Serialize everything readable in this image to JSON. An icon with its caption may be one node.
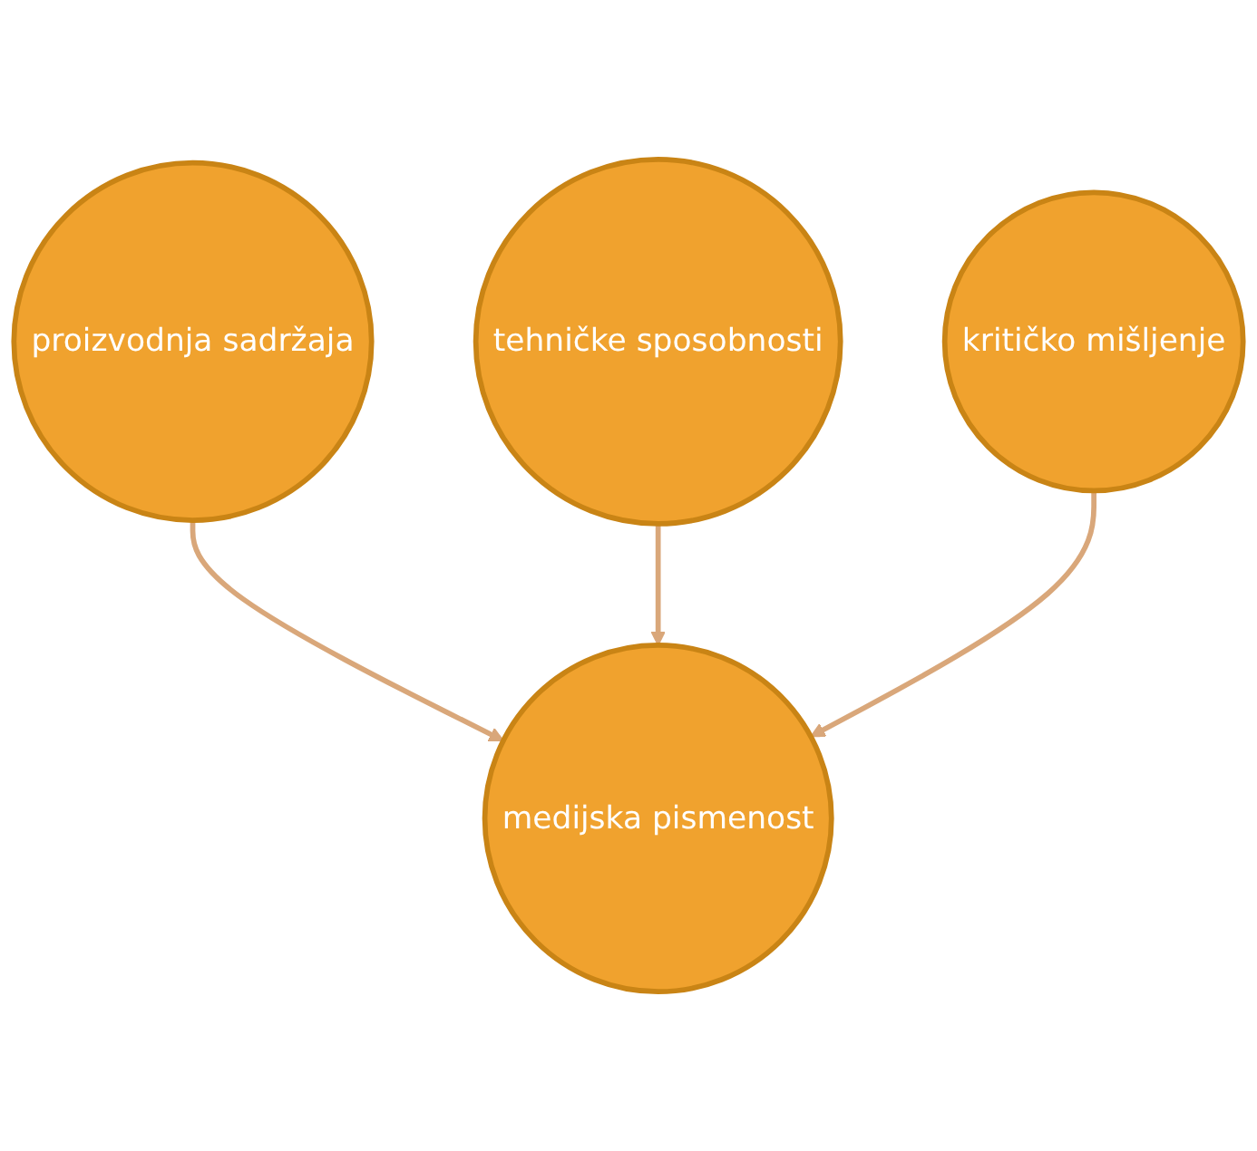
{
  "diagram": {
    "nodes": [
      {
        "text": [
          "proizvodnja sadržaja"
        ]
      },
      {
        "text": [
          "medijska pismenost"
        ]
      },
      {
        "text": [
          "tehničke sposobnosti"
        ]
      },
      {
        "text": [
          "kritičko mišljenje"
        ]
      }
    ],
    "edges": [
      {
        "from": 0,
        "to": 1,
        "arrow": "to"
      },
      {
        "from": 2,
        "to": 1,
        "arrow": "to"
      },
      {
        "from": 3,
        "to": 1,
        "arrow": "to"
      }
    ]
  }
}
